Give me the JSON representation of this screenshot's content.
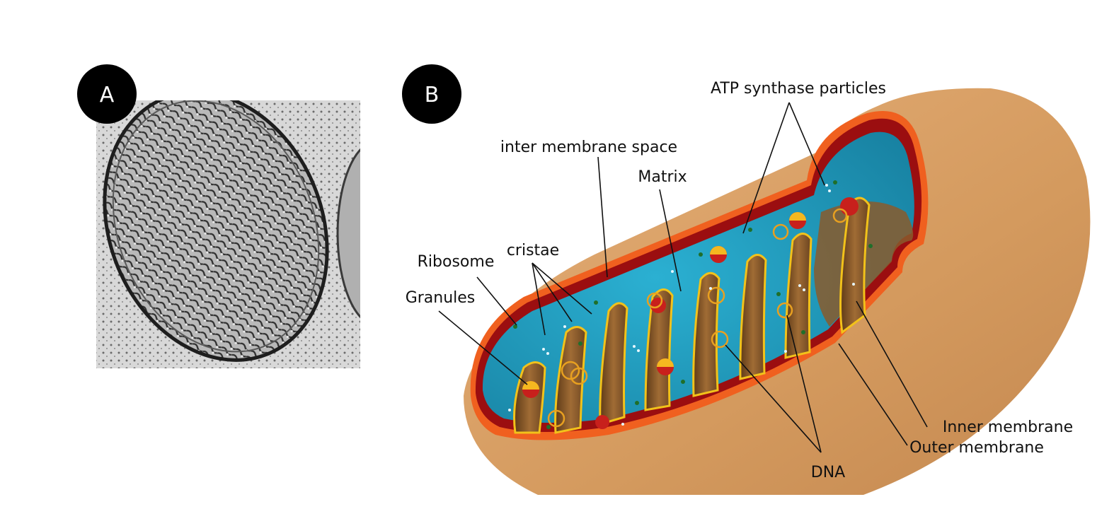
{
  "panels": {
    "a": {
      "badge": "A"
    },
    "b": {
      "badge": "B"
    }
  },
  "labels": {
    "atp_synthase": "ATP synthase particles",
    "inter_membrane_space": "inter membrane space",
    "matrix": "Matrix",
    "cristae": "cristae",
    "ribosome": "Ribosome",
    "granules": "Granules",
    "inner_membrane": "Inner membrane",
    "outer_membrane": "Outer membrane",
    "dna": "DNA"
  },
  "colors": {
    "outer_skin": "#d9a066",
    "outer_edge": "#f0601f",
    "intermembrane": "#9b0e10",
    "matrix": "#1e9cbf",
    "crista_fold": "#8a5a2b",
    "crista_edge": "#f2c21a",
    "badge": "#000000"
  }
}
